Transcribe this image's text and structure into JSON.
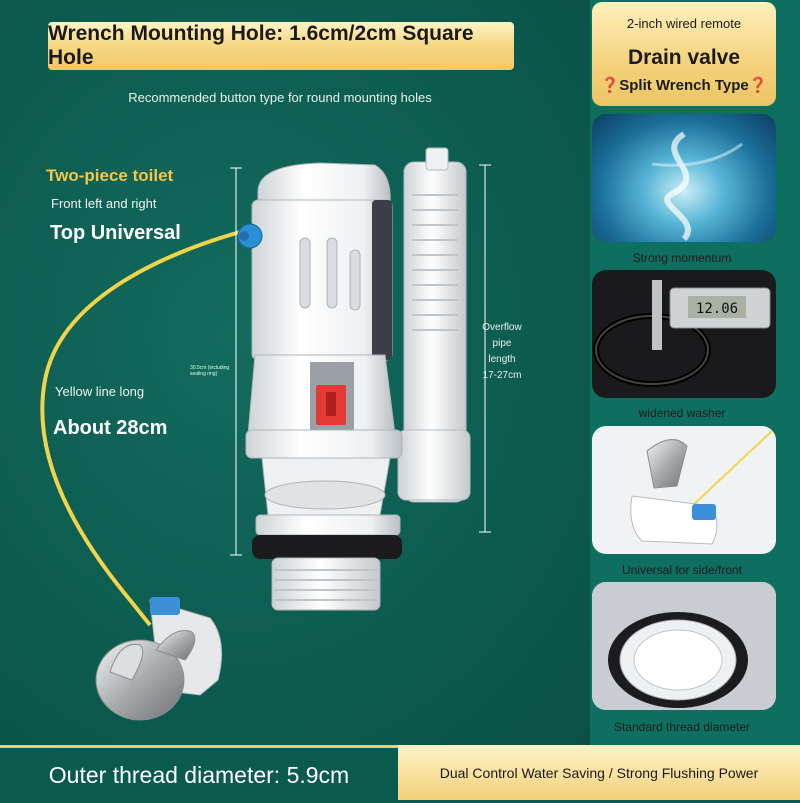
{
  "banner": {
    "title": "Wrench Mounting Hole: 1.6cm/2cm Square Hole"
  },
  "sub_caption": "Recommended button type for round mounting holes",
  "labels": {
    "two_piece": "Two-piece toilet",
    "front": "Front left and right",
    "top_universal": "Top Universal",
    "yellow_line": "Yellow line long",
    "about": "About 28cm",
    "overflow": [
      "Overflow",
      "pipe",
      "length",
      "17-27cm"
    ],
    "side_dim": [
      "30.5cm (including",
      "sealing ring)"
    ]
  },
  "right_panel": {
    "head_line1": "2-inch wired remote",
    "head_line2": "Drain valve",
    "head_line3": "❓Split Wrench Type❓",
    "captions": [
      "Strong momentum",
      "widened washer",
      "Universal for side/front",
      "Standard thread diameter"
    ],
    "caliper_reading": "12.06"
  },
  "bottom": {
    "left": "Outer thread diameter: 5.9cm",
    "right": "Dual Control Water Saving / Strong Flushing Power"
  },
  "colors": {
    "background": "#0c5a4f",
    "gold": "#f4c64a",
    "banner": "#f6d784",
    "accent_blue": "#2b8fd6",
    "accent_red": "#e33a35"
  }
}
